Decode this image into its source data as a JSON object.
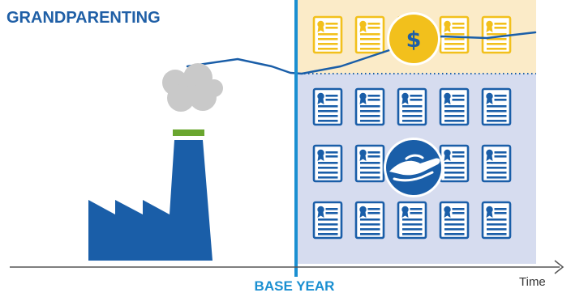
{
  "title": "GRANDPARENTING",
  "base_year_label": "BASE YEAR",
  "axis_label": "Time",
  "zones": {
    "purchased": {
      "icon": "dollar-coin-icon",
      "icon_glyph": "$",
      "certificate_rows": 1,
      "certificate_columns": 5
    },
    "free_allocation": {
      "icon": "giving-hand-icon",
      "certificate_rows": 3,
      "certificate_columns": 5
    }
  },
  "colors": {
    "blue": "#1a5ea8",
    "brand_blue": "#1f5fa6",
    "purchased_zone": "#fbebc8",
    "allocation_zone": "#d6dcef",
    "gold": "#f2c01c",
    "smoke": "#c9c9c9",
    "chimney_band": "#6aa62f",
    "axis": "#555555"
  }
}
